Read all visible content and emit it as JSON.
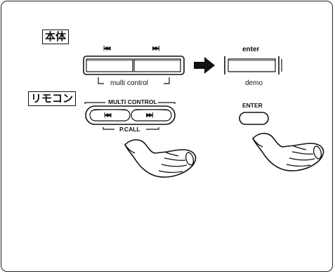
{
  "labels": {
    "main_unit": "本体",
    "remote": "リモコン"
  },
  "main_unit": {
    "prev_symbol": "|◀◀",
    "next_symbol": "▶▶|",
    "caption": "multi control"
  },
  "main_unit_after": {
    "top_label": "enter",
    "bottom_label": "demo"
  },
  "remote_control": {
    "top_label": "MULTI CONTROL",
    "prev_symbol": "|◀◀",
    "next_symbol": "▶▶|",
    "bottom_label": "P.CALL"
  },
  "remote_enter": {
    "label": "ENTER"
  },
  "icons": [
    "arrow-right-icon",
    "pressing-hand-icon"
  ]
}
